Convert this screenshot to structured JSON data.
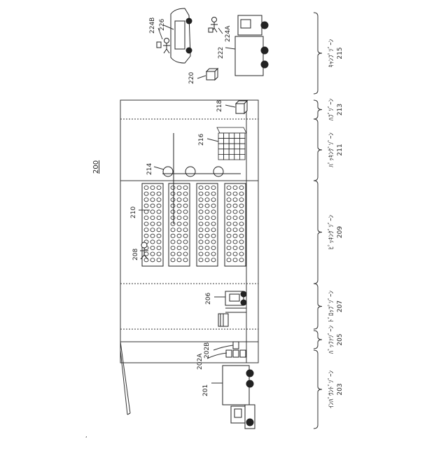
{
  "figure": {
    "number": "200",
    "zones": [
      {
        "name": "ｲﾝﾊﾞｳﾝﾄﾞｿﾞｰﾝ",
        "ref": "203"
      },
      {
        "name": "ﾊﾞｯﾌｧｿﾞｰﾝ",
        "ref": "205"
      },
      {
        "name": "ﾄﾞﾛｯﾌﾟｿﾞｰﾝ",
        "ref": "207"
      },
      {
        "name": "ﾋﾟｯｷﾝｸﾞｿﾞｰﾝ",
        "ref": "209"
      },
      {
        "name": "ﾊﾟｯｷﾝｸﾞｿﾞｰﾝ",
        "ref": "211"
      },
      {
        "name": "ﾊﾌﾞｿﾞｰﾝ",
        "ref": "213"
      },
      {
        "name": "ｷｬﾝﾌﾟｿﾞｰﾝ",
        "ref": "215"
      }
    ],
    "labels": {
      "l201": "201",
      "l202A": "202A",
      "l202B": "202B",
      "l206": "206",
      "l208": "208",
      "l210": "210",
      "l214": "214",
      "l216": "216",
      "l218": "218",
      "l220": "220",
      "l222": "222",
      "l224A": "224A",
      "l224B": "224B",
      "l226": "226"
    }
  }
}
